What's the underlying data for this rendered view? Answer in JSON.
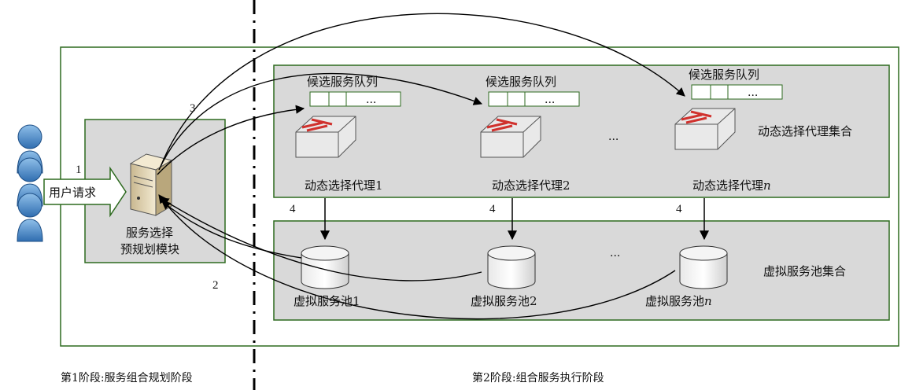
{
  "phases": {
    "phase1": "第1阶段:服务组合规划阶段",
    "phase2": "第2阶段:组合服务执行阶段"
  },
  "user_request": "用户请求",
  "planner": {
    "line1": "服务选择",
    "line2": "预规划模块"
  },
  "agents_group_label": "动态选择代理集合",
  "pools_group_label": "虚拟服务池集合",
  "queue_label": "候选服务队列",
  "queue_ellipsis": "...",
  "agents": [
    {
      "label": "动态选择代理1",
      "arrow_num": "4"
    },
    {
      "label": "动态选择代理2",
      "arrow_num": "4"
    },
    {
      "label": "动态选择代理",
      "suffix": "n",
      "arrow_num": "4"
    }
  ],
  "pools": [
    {
      "label": "虚拟服务池1"
    },
    {
      "label": "虚拟服务池2"
    },
    {
      "label": "虚拟服务池",
      "suffix": "n"
    }
  ],
  "ellipsis": "...",
  "step_numbers": {
    "request": "1",
    "return": "2",
    "dispatch": "3"
  },
  "colors": {
    "frame_border": "#2d6a1f",
    "group_fill": "#d9d9d9",
    "user_blue": "#4a86c8",
    "switch_red": "#d0312d",
    "arrow_fill": "#ffffff"
  }
}
